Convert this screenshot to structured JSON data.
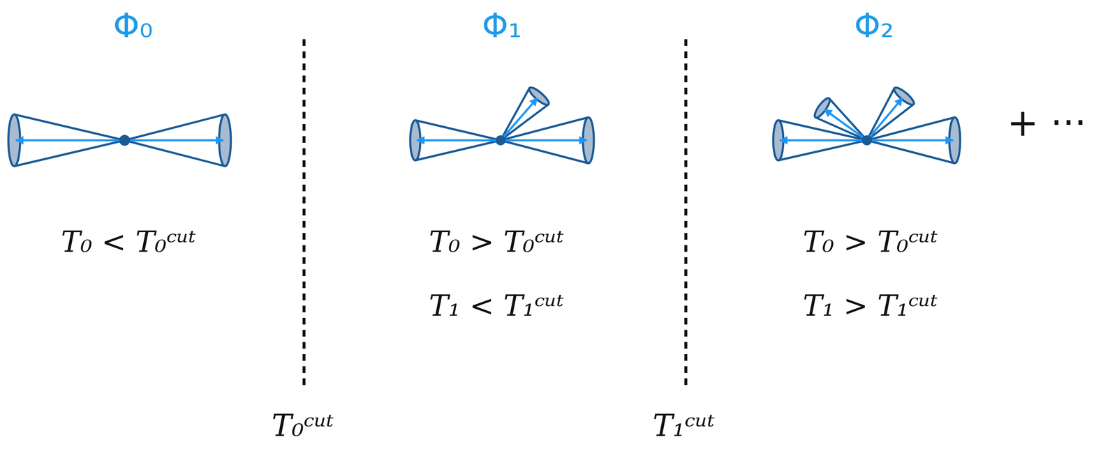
{
  "diagram": {
    "labels": [
      "Φ₀",
      "T₀ < T₀ᶜᵘᵗ",
      "Φ₁",
      "T₀ > T₀ᶜᵘᵗ",
      "T₁ < T₁ᶜᵘᵗ",
      "Φ₂",
      "T₀ > T₀ᶜᵘᵗ",
      "T₁ > T₁ᶜᵘᵗ",
      "+ ···",
      "T₀ᶜᵘᵗ",
      "T₁ᶜᵘᵗ"
    ]
  }
}
